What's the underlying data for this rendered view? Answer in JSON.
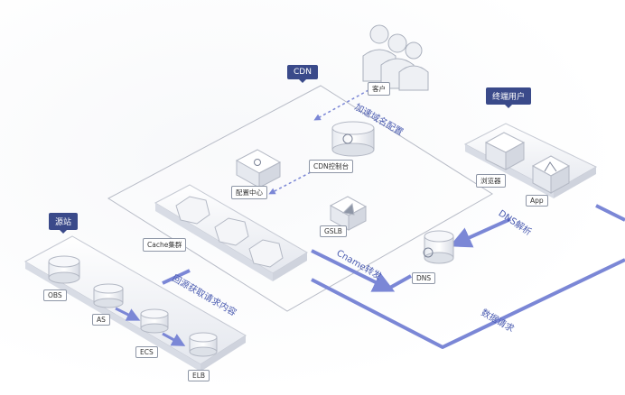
{
  "zones": {
    "origin": "源站",
    "cdn": "CDN",
    "end_user": "终端用户"
  },
  "nodes": {
    "customer": "客户",
    "cdn_console": "CDN控制台",
    "config_center": "配置中心",
    "cache_cluster": "Cache集群",
    "gslb": "GSLB",
    "dns": "DNS",
    "browser": "浏览器",
    "app": "App",
    "obs": "OBS",
    "as": "AS",
    "ecs": "ECS",
    "elb": "ELB"
  },
  "flows": {
    "domain_config": "加速域名配置",
    "dns_resolve": "DNS解析",
    "cname": "Cname转发",
    "back_to_origin": "回源获取请求内容",
    "data_request": "数据请求"
  },
  "colors": {
    "tag_bg": "#3a4a8a",
    "flow_line": "#7b87d6",
    "flow_text": "#4a5bb0"
  }
}
